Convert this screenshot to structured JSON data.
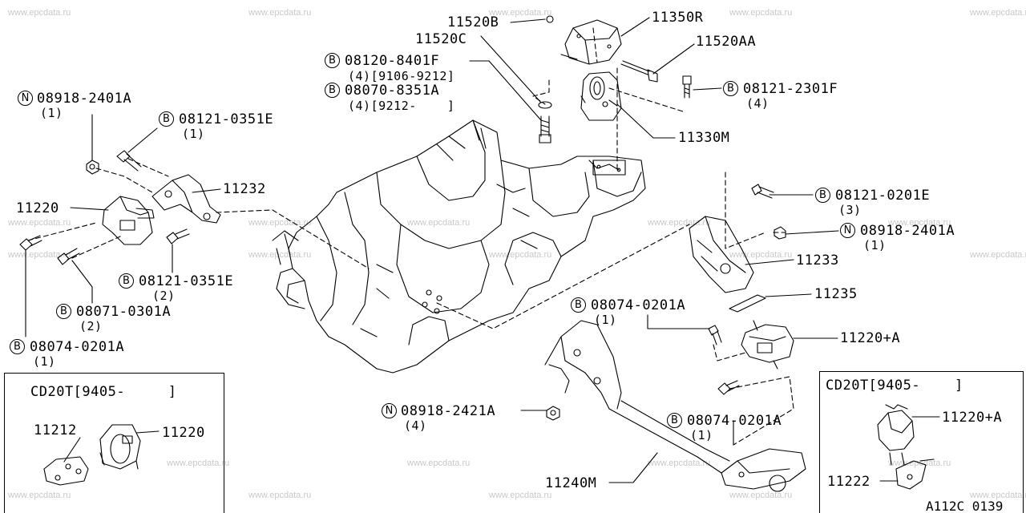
{
  "watermark": "www.epcdata.ru",
  "diagram_ref": "A112C 0139",
  "colors": {
    "ink": "#000000",
    "watermark": "#c8c8c8",
    "background": "#ffffff"
  },
  "labels": {
    "p11520B": "11520B",
    "p11350R": "11350R",
    "p11520C": "11520C",
    "p11520AA": "11520AA",
    "b08120": "08120-8401F",
    "b08120_qty": "(4)[9106-9212]",
    "b08070": "08070-8351A",
    "b08070_qty": "(4)[9212-    ]",
    "b08121_2301": "08121-2301F",
    "b08121_2301_qty": "(4)",
    "p11330M": "11330M",
    "n08918_top": "08918-2401A",
    "n08918_top_qty": "(1)",
    "b08121_0351_top": "08121-0351E",
    "b08121_0351_top_qty": "(1)",
    "p11232": "11232",
    "p11220": "11220",
    "b08121_0351_mid": "08121-0351E",
    "b08121_0351_mid_qty": "(2)",
    "b08071": "08071-0301A",
    "b08071_qty": "(2)",
    "b08074_left": "08074-0201A",
    "b08074_left_qty": "(1)",
    "b08121_0201": "08121-0201E",
    "b08121_0201_qty": "(3)",
    "n08918_right": "08918-2401A",
    "n08918_right_qty": "(1)",
    "p11233": "11233",
    "p11235": "11235",
    "b08074_mid": "08074-0201A",
    "b08074_mid_qty": "(1)",
    "p11220A": "11220+A",
    "n08918_2421": "08918-2421A",
    "n08918_2421_qty": "(4)",
    "b08074_low": "08074-0201A",
    "b08074_low_qty": "(1)",
    "p11240M": "11240M"
  },
  "chips": {
    "bolt": "B",
    "nut": "N"
  },
  "inset_left": {
    "title": "CD20T[9405-     ]",
    "p11212": "11212",
    "p11220": "11220"
  },
  "inset_right": {
    "title": "CD20T[9405-    ]",
    "p11220A": "11220+A",
    "p11222": "11222"
  }
}
